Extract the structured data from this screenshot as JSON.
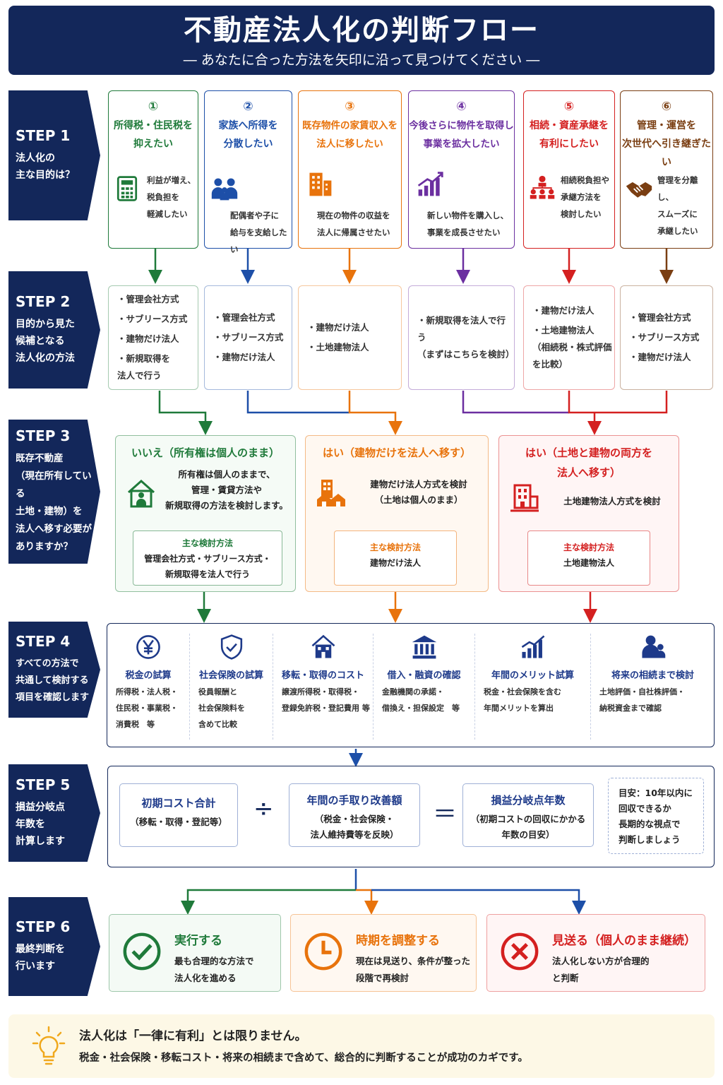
{
  "header": {
    "title": "不動産法人化の判断フロー",
    "subtitle": "― あなたに合った方法を矢印に沿って見つけてください ―"
  },
  "steps": [
    {
      "num": "STEP 1",
      "desc": "法人化の\n主な目的は？"
    },
    {
      "num": "STEP 2",
      "desc": "目的から見た\n候補となる\n法人化の方法"
    },
    {
      "num": "STEP 3",
      "desc": "既存不動産\n（現在所有している\n土地・建物）を\n法人へ移す必要が\nありますか？"
    },
    {
      "num": "STEP 4",
      "desc": "すべての方法で\n共通して検討する\n項目を確認します"
    },
    {
      "num": "STEP 5",
      "desc": "損益分岐点\n年数を\n計算します"
    },
    {
      "num": "STEP 6",
      "desc": "最終判断を\n行います"
    }
  ],
  "purposes": [
    {
      "num": "①",
      "title": "所得税・住民税を\n抑えたい",
      "detail": "利益が増え、\n税負担を\n軽減したい",
      "icon": "calculator-icon",
      "color": "#1f7a3a"
    },
    {
      "num": "②",
      "title": "家族へ所得を\n分散したい",
      "detail": "配偶者や子に\n給与を支給したい",
      "icon": "family-icon",
      "color": "#1d4fa8"
    },
    {
      "num": "③",
      "title": "既存物件の家賃収入を\n法人に移したい",
      "detail": "現在の物件の収益を\n法人に帰属させたい",
      "icon": "building-icon",
      "color": "#e8730c"
    },
    {
      "num": "④",
      "title": "今後さらに物件を取得し\n事業を拡大したい",
      "detail": "新しい物件を購入し、\n事業を成長させたい",
      "icon": "growth-chart-icon",
      "color": "#6b2fa0"
    },
    {
      "num": "⑤",
      "title": "相続・資産承継を\n有利にしたい",
      "detail": "相続税負担や\n承継方法を\n検討したい",
      "icon": "org-chart-icon",
      "color": "#d42020"
    },
    {
      "num": "⑥",
      "title": "管理・運営を\n次世代へ引き継ぎたい",
      "detail": "管理を分離し、\nスムーズに\n承継したい",
      "icon": "handshake-icon",
      "color": "#7a3e12"
    }
  ],
  "methods": [
    [
      "管理会社方式",
      "サブリース方式",
      "建物だけ法人",
      "新規取得を\n法人で行う"
    ],
    [
      "管理会社方式",
      "サブリース方式",
      "建物だけ法人"
    ],
    [
      "建物だけ法人",
      "土地建物法人"
    ],
    [
      "新規取得を法人で行う\n（まずはこちらを検討）"
    ],
    [
      "建物だけ法人",
      "土地建物法人\n（相続税・株式評価\nを比較）"
    ],
    [
      "管理会社方式",
      "サブリース方式",
      "建物だけ法人"
    ]
  ],
  "step3": [
    {
      "head": "いいえ（所有権は個人のまま）",
      "desc": "所有権は個人のままで、\n管理・賃貸方法や\n新規取得の方法を検討します。",
      "sub_label": "主な検討方法",
      "sub_value": "管理会社方式・サブリース方式・\n新規取得を法人で行う",
      "icon": "house-person-icon",
      "color": "#1f7a3a"
    },
    {
      "head": "はい（建物だけを法人へ移す）",
      "desc": "建物だけ法人方式を検討\n（土地は個人のまま）",
      "sub_label": "主な検討方法",
      "sub_value": "建物だけ法人",
      "icon": "buildings-icon",
      "color": "#e8730c"
    },
    {
      "head": "はい（土地と建物の両方を\n法人へ移す）",
      "desc": "土地建物法人方式を検討",
      "sub_label": "主な検討方法",
      "sub_value": "土地建物法人",
      "icon": "land-building-icon",
      "color": "#d42020"
    }
  ],
  "step4": [
    {
      "title": "税金の試算",
      "text": "所得税・法人税・\n住民税・事業税・\n消費税　等",
      "icon": "yen-icon"
    },
    {
      "title": "社会保険の試算",
      "text": "役員報酬と\n社会保険料を\n含めて比較",
      "icon": "shield-icon"
    },
    {
      "title": "移転・取得のコスト",
      "text": "譲渡所得税・取得税・\n登録免許税・登記費用 等",
      "icon": "house-icon"
    },
    {
      "title": "借入・融資の確認",
      "text": "金融機関の承諾・\n借換え・担保設定　等",
      "icon": "bank-icon"
    },
    {
      "title": "年間のメリット試算",
      "text": "税金・社会保険を含む\n年間メリットを算出",
      "icon": "bar-chart-icon"
    },
    {
      "title": "将来の相続まで検討",
      "text": "土地評価・自社株評価・\n納税資金まで確認",
      "icon": "people-icon"
    }
  ],
  "step5": {
    "cost_title": "初期コスト合計",
    "cost_sub": "（移転・取得・登記等）",
    "divide": "÷",
    "annual_title": "年間の手取り改善額",
    "annual_sub": "（税金・社会保険・\n法人維持費等を反映）",
    "equals": "＝",
    "breakeven_title": "損益分岐点年数",
    "breakeven_sub": "（初期コストの回収にかかる\n年数の目安）",
    "note": "目安：10年以内に\n回収できるか\n長期的な視点で\n判断しましょう"
  },
  "step6": [
    {
      "title": "実行する",
      "text": "最も合理的な方法で\n法人化を進める",
      "icon": "check-icon",
      "color": "#1f7a3a"
    },
    {
      "title": "時期を調整する",
      "text": "現在は見送り、条件が整った\n段階で再検討",
      "icon": "clock-icon",
      "color": "#e8730c"
    },
    {
      "title": "見送る（個人のまま継続）",
      "text": "法人化しない方が合理的\nと判断",
      "icon": "cross-icon",
      "color": "#d42020"
    }
  ],
  "tip": {
    "line1": "法人化は「一律に有利」とは限りません。",
    "line2": "税金・社会保険・移転コスト・将来の相続まで含めて、総合的に判断することが成功のカギです。",
    "icon": "lightbulb-icon"
  }
}
